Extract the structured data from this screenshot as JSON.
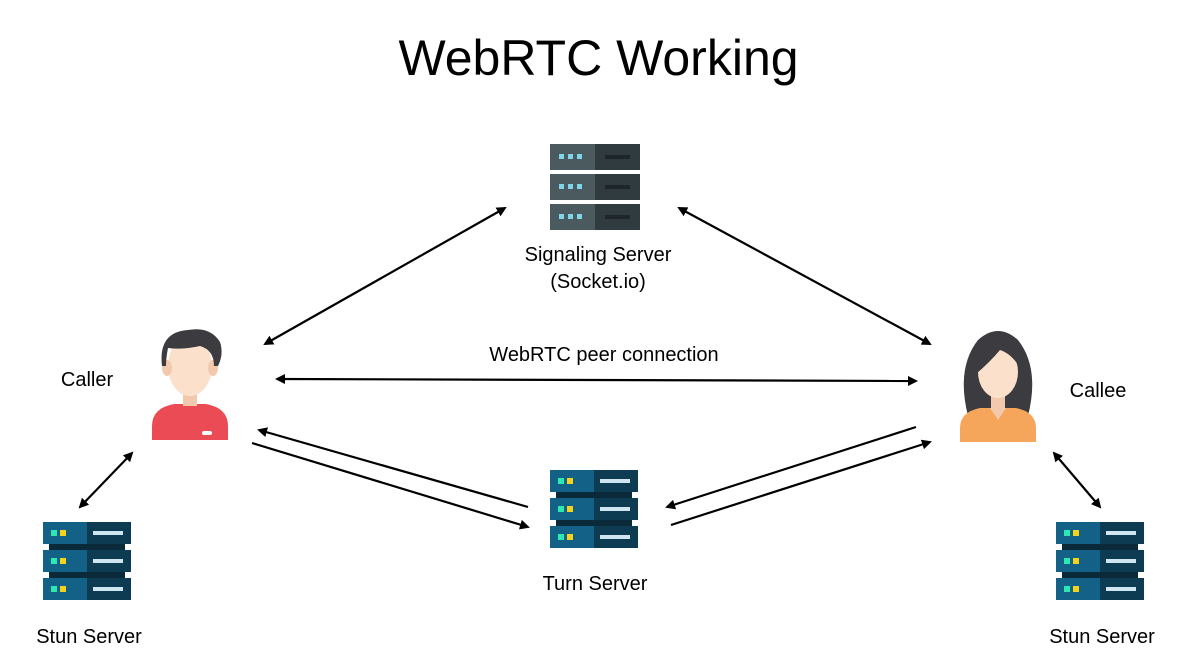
{
  "title": "WebRTC Working",
  "nodes": {
    "caller": {
      "label": "Caller",
      "icon": "male-user-icon"
    },
    "callee": {
      "label": "Callee",
      "icon": "female-user-icon"
    },
    "signaling_server": {
      "label": "Signaling Server\n(Socket.io)",
      "icon": "server-icon"
    },
    "turn_server": {
      "label": "Turn Server",
      "icon": "server-icon"
    },
    "stun_server_left": {
      "label": "Stun Server",
      "icon": "server-icon"
    },
    "stun_server_right": {
      "label": "Stun Server",
      "icon": "server-icon"
    }
  },
  "edges": {
    "peer_connection": {
      "label": "WebRTC peer connection"
    }
  },
  "colors": {
    "signaling_server_dark": "#2f3b3e",
    "signaling_server_mid": "#4a5a5e",
    "signaling_server_light": "#3a4a4e",
    "signaling_led": "#7fd6e8",
    "blue_server_dark": "#0d3b52",
    "blue_server_mid": "#136187",
    "blue_server_light": "#1a7aa6",
    "led_green": "#2ee8b2",
    "led_yellow": "#f5d21c",
    "caller_shirt": "#ea4b55",
    "callee_shirt": "#f5a65a",
    "skin": "#fbe0cc",
    "hair": "#3b3b40",
    "arrow": "#000000"
  }
}
